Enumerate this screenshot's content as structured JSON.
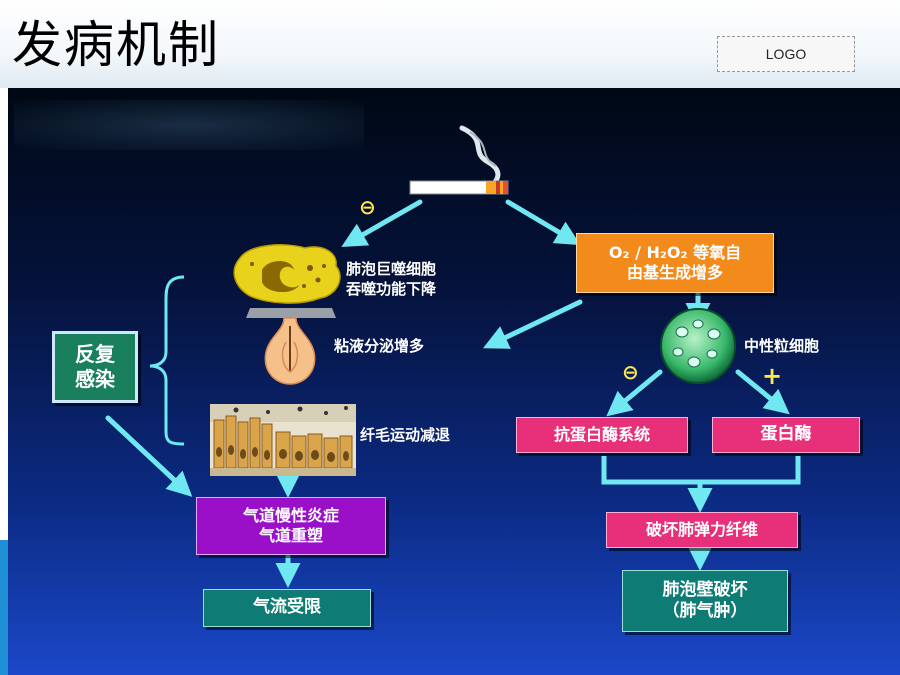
{
  "header": {
    "title": "发病机制",
    "logo": "LOGO"
  },
  "diagram": {
    "ros_line1": "O₂ / H₂O₂ 等氧自",
    "ros_line2": "由基生成增多",
    "macrophage_line1": "肺泡巨噬细胞",
    "macrophage_line2": "吞噬功能下降",
    "mucus": "粘液分泌增多",
    "cilia": "纤毛运动减退",
    "infection_line1": "反复",
    "infection_line2": "感染",
    "chronic_line1": "气道慢性炎症",
    "chronic_line2": "气道重塑",
    "airflow": "气流受限",
    "neutrophil": "中性粒细胞",
    "antiprotease": "抗蛋白酶系统",
    "protease": "蛋白酶",
    "elastic": "破坏肺弹力纤维",
    "alveolar_line1": "肺泡壁破坏",
    "alveolar_line2": "（肺气肿）",
    "sign_minus": "⊖",
    "sign_plus": "+"
  },
  "colors": {
    "arrow": "#6fe8f2",
    "orange_box": "#f28a1c",
    "pink_box": "#e8307a",
    "teal_box": "#0e7c74",
    "purple_box": "#9a10c8",
    "green_box": "#1a7f5c",
    "sign": "#ffe84a"
  },
  "icons": [
    "cigarette-icon",
    "smoke-icon",
    "macrophage-icon",
    "mucus-gland-icon",
    "ciliated-epithelium-icon",
    "neutrophil-icon"
  ]
}
